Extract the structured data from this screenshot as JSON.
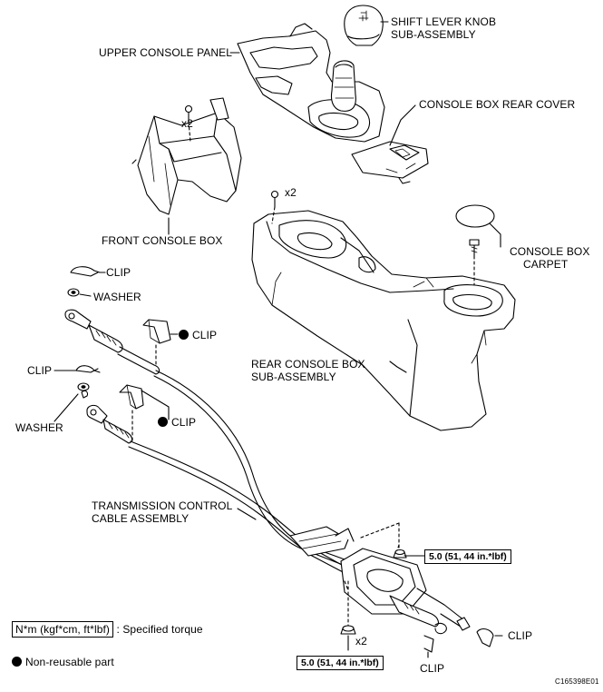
{
  "labels": {
    "shift_knob_1": "SHIFT LEVER KNOB",
    "shift_knob_2": "SUB-ASSEMBLY",
    "upper_panel": "UPPER CONSOLE PANEL",
    "rear_cover": "CONSOLE BOX REAR COVER",
    "front_box": "FRONT CONSOLE BOX",
    "carpet_1": "CONSOLE BOX",
    "carpet_2": "CARPET",
    "clip": "CLIP",
    "washer": "WASHER",
    "rear_box_1": "REAR CONSOLE BOX",
    "rear_box_2": "SUB-ASSEMBLY",
    "cable_1": "TRANSMISSION CONTROL",
    "cable_2": "CABLE ASSEMBLY",
    "x2": "x2"
  },
  "torque": {
    "value": "5.0 (51, 44 in.*lbf)"
  },
  "legend": {
    "units": "N*m (kgf*cm, ft*lbf)",
    "units_desc": ": Specified torque",
    "non_reusable": "Non-reusable part"
  },
  "figure_code": "C165398E01"
}
